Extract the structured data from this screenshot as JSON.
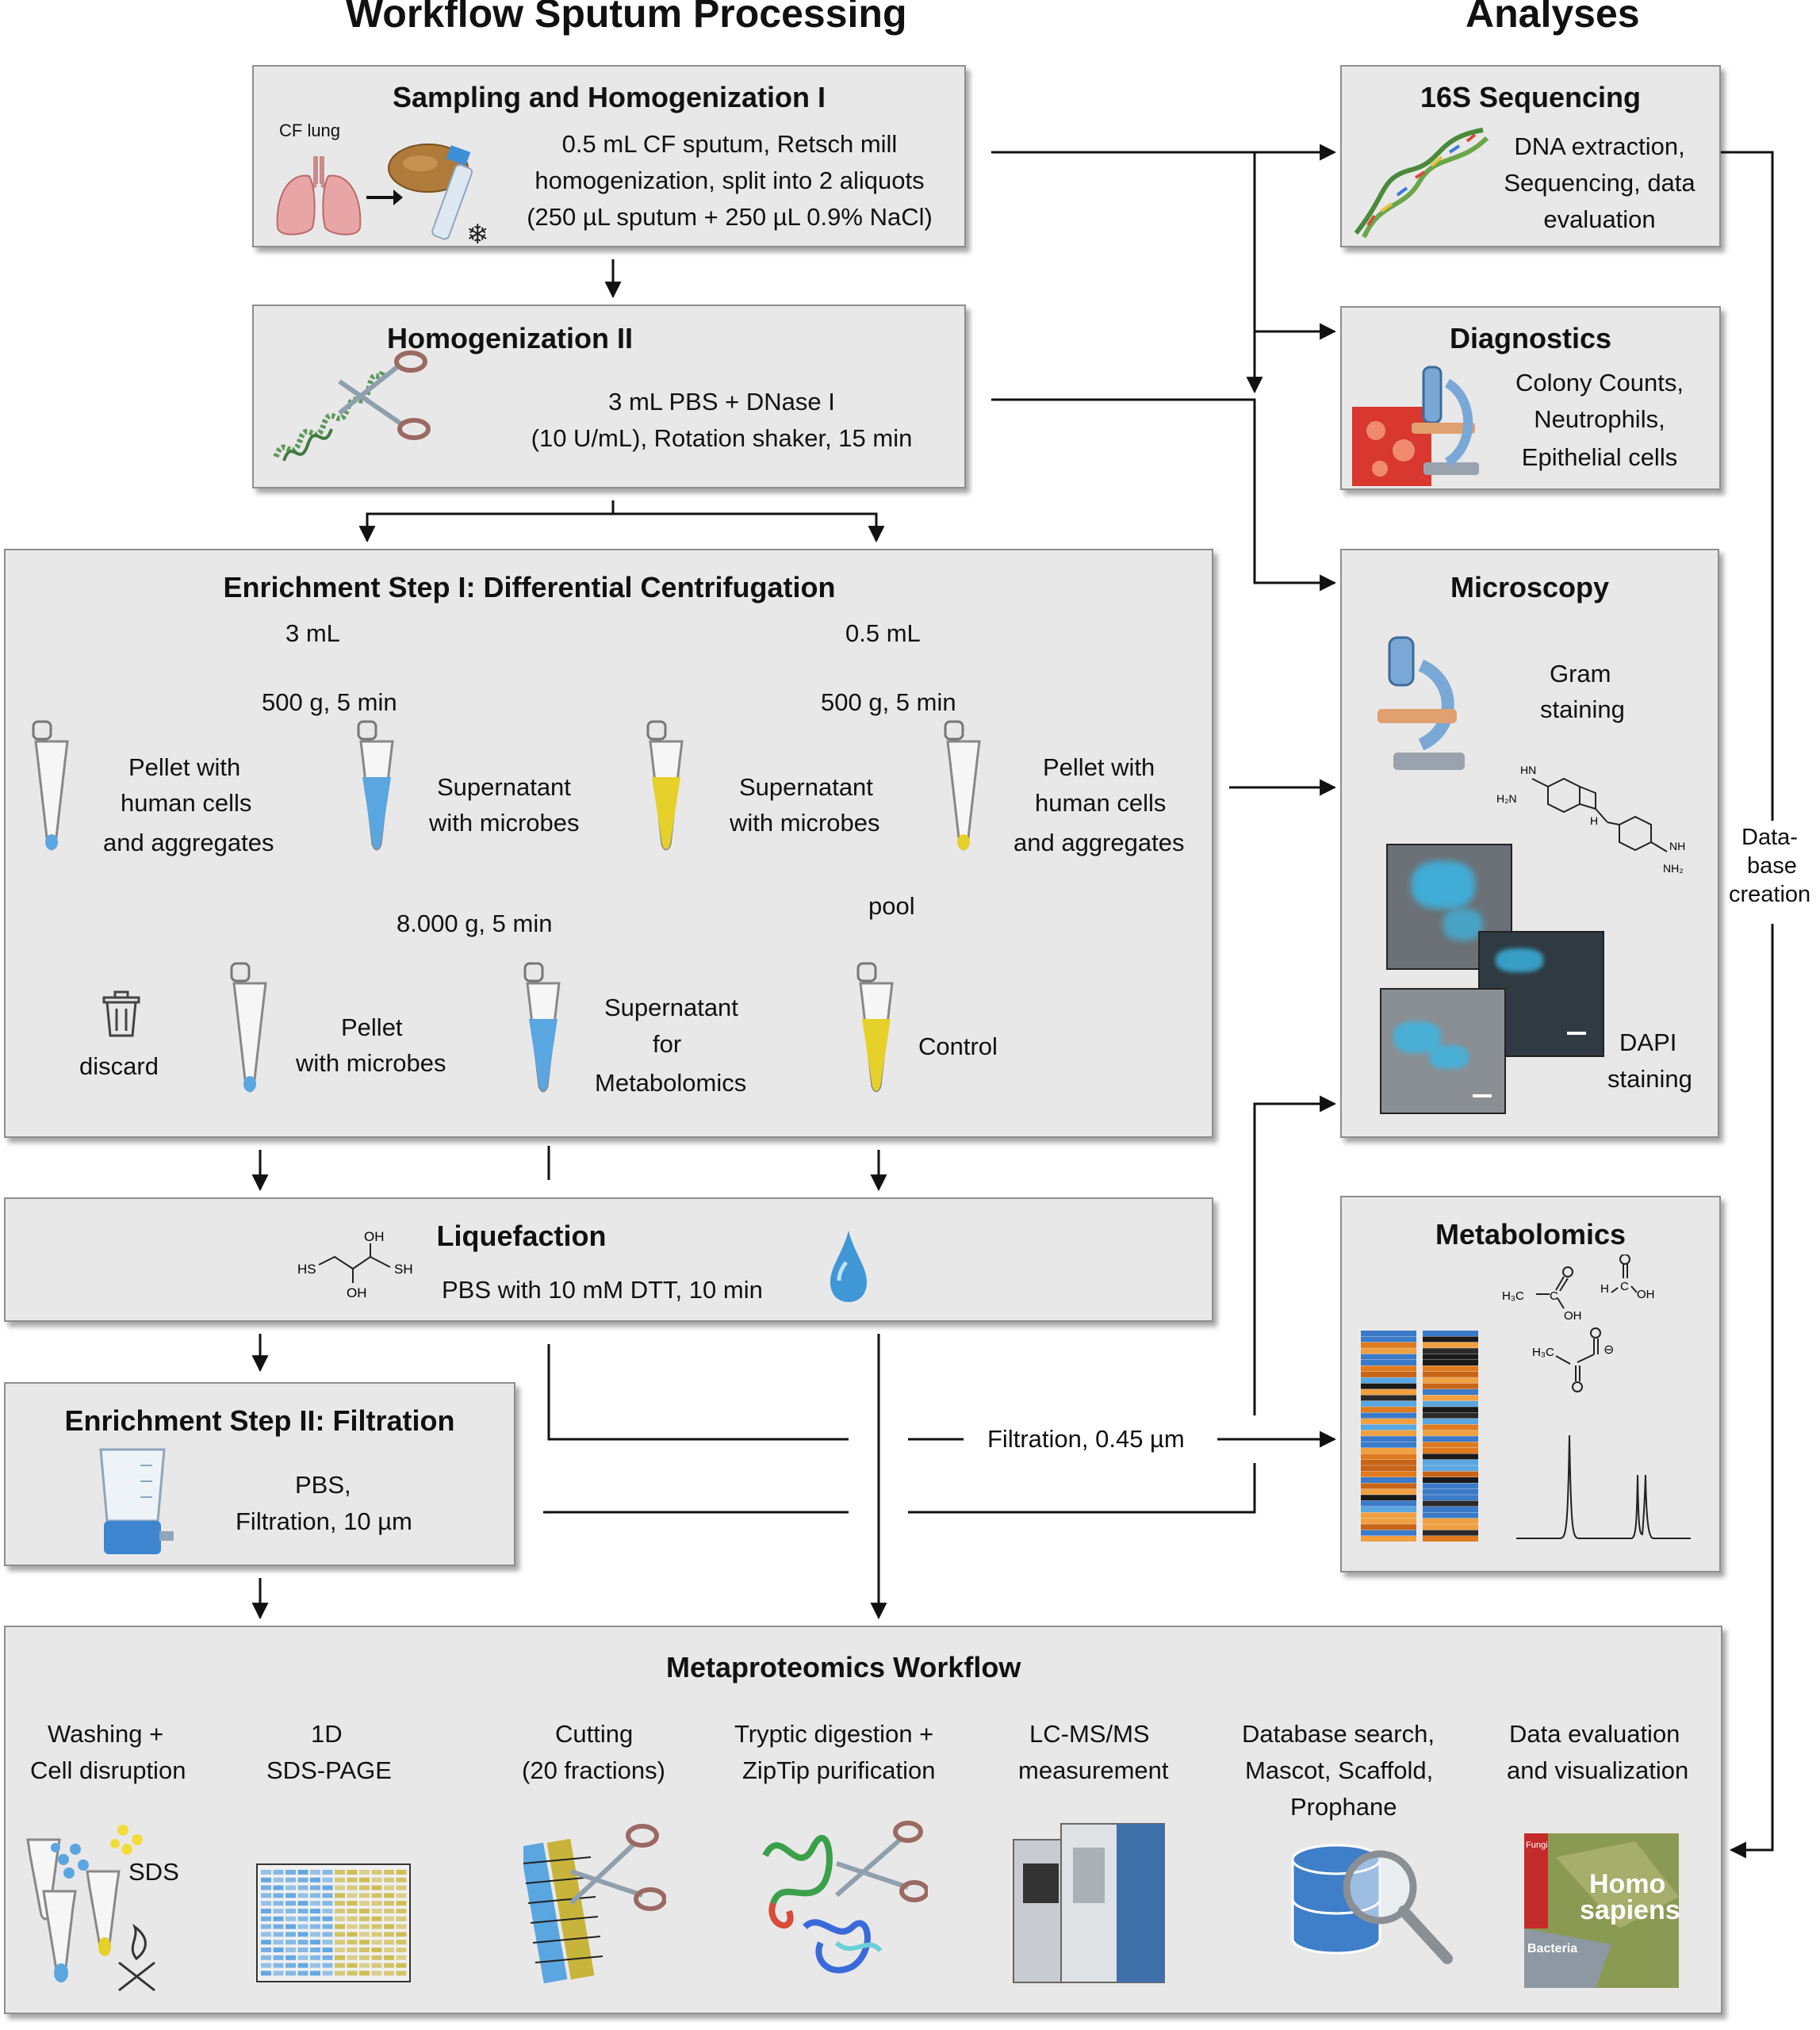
{
  "headers": {
    "left": "Workflow Sputum Processing",
    "right": "Analyses"
  },
  "sampling": {
    "title": "Sampling and Homogenization I",
    "organ_label": "CF lung",
    "lines": [
      "0.5 mL CF sputum, Retsch mill",
      "homogenization, split into 2 aliquots",
      "(250 µL sputum + 250 µL 0.9% NaCl)"
    ]
  },
  "homog2": {
    "title": "Homogenization II",
    "lines": [
      "3 mL PBS + DNase I",
      "(10 U/mL), Rotation shaker, 15 min"
    ]
  },
  "enrich1": {
    "title": "Enrichment Step I: Differential Centrifugation",
    "left_volume": "3 mL",
    "right_volume": "0.5 mL",
    "spin1": "500 g, 5 min",
    "spin2": "500 g, 5 min",
    "spin3": "8.000 g, 5 min",
    "pellet_human_a": [
      "Pellet with",
      "human cells",
      "and aggregates"
    ],
    "supernatant_a": [
      "Supernatant",
      "with microbes"
    ],
    "supernatant_b": [
      "Supernatant",
      "with microbes"
    ],
    "pellet_human_b": [
      "Pellet with",
      "human cells",
      "and aggregates"
    ],
    "discard": "discard",
    "pellet_microbes": [
      "Pellet",
      "with microbes"
    ],
    "supernatant_metab": [
      "Supernatant",
      "for",
      "Metabolomics"
    ],
    "pool": "pool",
    "control": "Control"
  },
  "liquefaction": {
    "title": "Liquefaction",
    "line": "PBS with 10 mM DTT, 10 min",
    "chem": {
      "oh_top": "OH",
      "sh_right": "SH",
      "hs_left": "HS",
      "oh_bottom": "OH"
    }
  },
  "enrich2": {
    "title": "Enrichment Step II: Filtration",
    "lines": [
      "PBS,",
      "Filtration, 10 µm"
    ]
  },
  "filtration_label": "Filtration, 0.45 µm",
  "analyses": {
    "seq16s": {
      "title": "16S Sequencing",
      "lines": [
        "DNA extraction,",
        "Sequencing, data",
        "evaluation"
      ]
    },
    "diagnostics": {
      "title": "Diagnostics",
      "lines": [
        "Colony Counts,",
        "Neutrophils,",
        "Epithelial cells"
      ]
    },
    "microscopy": {
      "title": "Microscopy",
      "gram": [
        "Gram",
        "staining"
      ],
      "dapi": [
        "DAPI",
        "staining"
      ],
      "chem": {
        "h2n_top": "HN",
        "h2n_left": "H₂N",
        "h": "H",
        "nh": "NH",
        "nh2": "NH₂"
      }
    },
    "metabolomics": {
      "title": "Metabolomics",
      "chem": {
        "h3c_a": "H₃C",
        "c_a": "C",
        "oh_a": "OH",
        "h_b": "H",
        "c_b": "C",
        "oh_b": "OH",
        "h3c_c": "H₃C",
        "minus": "⊖"
      }
    }
  },
  "database": [
    "Data-",
    "base",
    "creation"
  ],
  "metaproteomics": {
    "title": "Metaproteomics Workflow",
    "steps": [
      [
        "Washing +",
        "Cell disruption"
      ],
      [
        "1D",
        "SDS-PAGE"
      ],
      [
        "Cutting",
        "(20 fractions)"
      ],
      [
        "Tryptic digestion +",
        "ZipTip purification"
      ],
      [
        "LC-MS/MS",
        "measurement"
      ],
      [
        "Database search,",
        "Mascot, Scaffold,",
        "Prophane"
      ],
      [
        "Data evaluation",
        "and visualization"
      ]
    ],
    "sds": "SDS",
    "viz": {
      "fungi": "Fungi",
      "homo": "Homo",
      "sapiens": "sapiens",
      "bacteria": "Bacteria"
    }
  },
  "colors": {
    "box_bg": "#e9e8e8",
    "box_border": "#8e8e8e",
    "arrow": "#111111",
    "blue_fluid": "#5aa6e0",
    "yellow_fluid": "#e6d02a"
  }
}
